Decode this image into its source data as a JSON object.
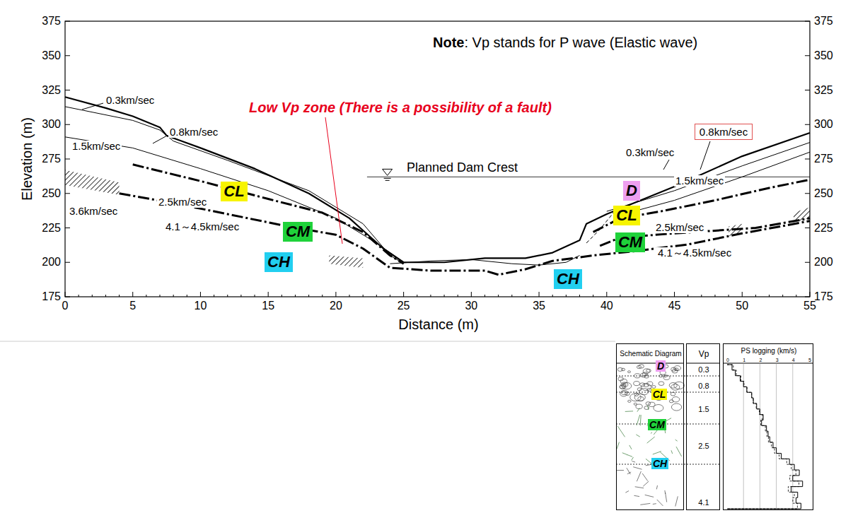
{
  "diagram": {
    "nodes": [
      {
        "text": [
          "CL"
        ]
      },
      {
        "text": [
          "CM"
        ]
      },
      {
        "text": [
          "CH"
        ]
      },
      {
        "text": [
          "D"
        ]
      },
      {
        "text": [
          "CL"
        ]
      },
      {
        "text": [
          "CM"
        ]
      },
      {
        "text": [
          "CH"
        ]
      },
      {
        "text": [
          "0.8km/sec"
        ]
      },
      {
        "text": [
          "Schematic Diagram"
        ]
      },
      {
        "text": [
          "D"
        ],
        "in": 8
      },
      {
        "text": [
          "CL"
        ],
        "in": 8
      },
      {
        "text": [
          "CM"
        ],
        "in": 8
      },
      {
        "text": [
          "CH"
        ],
        "in": 8
      },
      {
        "text": [
          "Vp",
          "0.3",
          "0.8",
          "1.5",
          "2.5",
          "4.1"
        ]
      },
      {
        "text": [
          "PS logging (km/s)",
          "0",
          "1",
          "2",
          "3",
          "4",
          "5"
        ]
      }
    ],
    "labels": [
      "375",
      "350",
      "325",
      "300",
      "275",
      "250",
      "225",
      "200",
      "175",
      "375",
      "350",
      "325",
      "300",
      "275",
      "250",
      "225",
      "200",
      "175",
      "0",
      "5",
      "10",
      "15",
      "20",
      "25",
      "30",
      "35",
      "40",
      "45",
      "50",
      "55",
      "Elevation (m)",
      "Distance (m)",
      "Note",
      ": Vp stands for P wave (Elastic wave)",
      "Low Vp zone (There is a possibility of a fault)",
      "Planned Dam Crest",
      "0.3km/sec",
      "0.8km/sec",
      "1.5km/sec",
      "2.5km/sec",
      "3.6km/sec",
      "4.1～4.5km/sec",
      "0.3km/sec",
      "1.5km/sec",
      "2.5km/sec",
      "4.1～4.5km/sec"
    ]
  }
}
